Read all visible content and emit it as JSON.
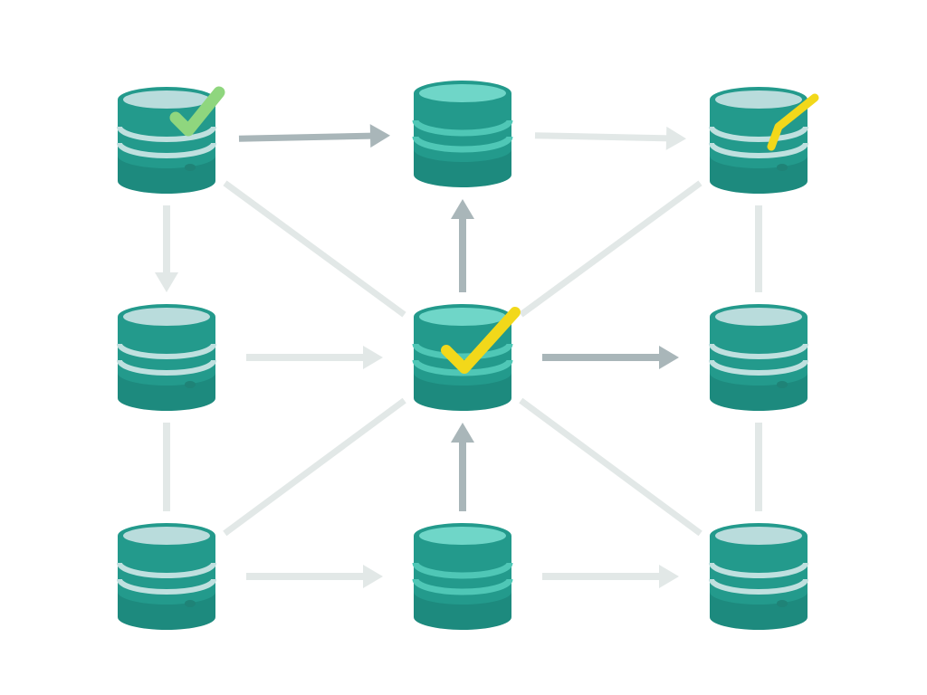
{
  "colors": {
    "background": "#ffffff",
    "edge_light": "#e2e8e7",
    "edge_dark": "#a9b6b9",
    "db_body": "#239a8c",
    "db_body_dark": "#1d8a7e",
    "db_top_gray": "#b9dcdc",
    "db_band_gray": "#bfe0df",
    "db_top_mint": "#6fd6c8",
    "db_band_mint": "#4fc7b6",
    "db_outline": "#1f8377",
    "check_green": "#8fd67e",
    "check_yellow": "#f2d81a"
  },
  "nodes": [
    {
      "id": "top-left",
      "style": "gray",
      "indicator": true,
      "check": "green"
    },
    {
      "id": "top-middle",
      "style": "mint",
      "indicator": false,
      "check": null
    },
    {
      "id": "top-right",
      "style": "gray",
      "indicator": true,
      "check": "yellow-slash"
    },
    {
      "id": "middle-left",
      "style": "gray",
      "indicator": true,
      "check": null
    },
    {
      "id": "center",
      "style": "mint",
      "indicator": false,
      "check": "yellow"
    },
    {
      "id": "middle-right",
      "style": "gray",
      "indicator": true,
      "check": null
    },
    {
      "id": "bottom-left",
      "style": "gray",
      "indicator": true,
      "check": null
    },
    {
      "id": "bottom-middle",
      "style": "mint",
      "indicator": false,
      "check": null
    },
    {
      "id": "bottom-right",
      "style": "gray",
      "indicator": true,
      "check": null
    }
  ],
  "edges": [
    {
      "from": "top-left",
      "to": "top-middle",
      "arrow": true,
      "tone": "dark"
    },
    {
      "from": "top-middle",
      "to": "top-right",
      "arrow": true,
      "tone": "light"
    },
    {
      "from": "top-left",
      "to": "middle-left",
      "arrow": true,
      "tone": "light"
    },
    {
      "from": "top-left",
      "to": "center",
      "arrow": false,
      "tone": "light"
    },
    {
      "from": "center",
      "to": "top-middle",
      "arrow": true,
      "tone": "dark"
    },
    {
      "from": "center",
      "to": "top-right",
      "arrow": false,
      "tone": "light"
    },
    {
      "from": "top-right",
      "to": "middle-right",
      "arrow": false,
      "tone": "light"
    },
    {
      "from": "middle-left",
      "to": "center",
      "arrow": true,
      "tone": "light"
    },
    {
      "from": "center",
      "to": "middle-right",
      "arrow": true,
      "tone": "dark"
    },
    {
      "from": "middle-left",
      "to": "bottom-left",
      "arrow": false,
      "tone": "light"
    },
    {
      "from": "center",
      "to": "bottom-left",
      "arrow": false,
      "tone": "light"
    },
    {
      "from": "bottom-middle",
      "to": "center",
      "arrow": true,
      "tone": "dark"
    },
    {
      "from": "center",
      "to": "bottom-right",
      "arrow": false,
      "tone": "light"
    },
    {
      "from": "middle-right",
      "to": "bottom-right",
      "arrow": false,
      "tone": "light"
    },
    {
      "from": "bottom-left",
      "to": "bottom-middle",
      "arrow": true,
      "tone": "light"
    },
    {
      "from": "bottom-middle",
      "to": "bottom-right",
      "arrow": true,
      "tone": "light"
    }
  ]
}
